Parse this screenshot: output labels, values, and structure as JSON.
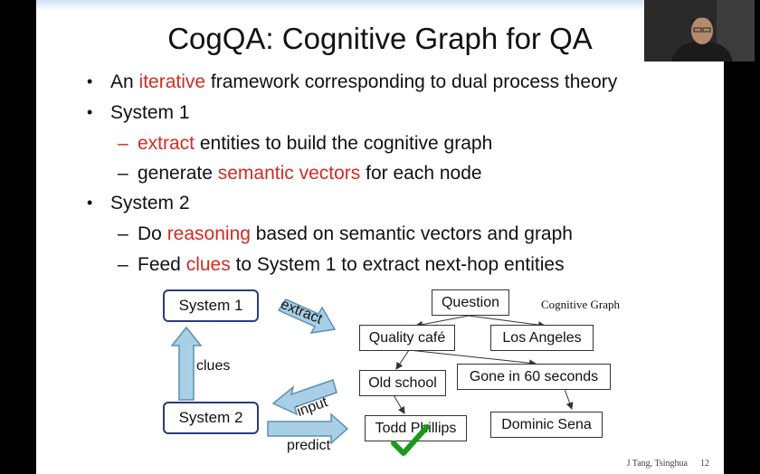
{
  "slide": {
    "title": "CogQA: Cognitive Graph for QA",
    "bullets": [
      {
        "pre": "An ",
        "hl": "iterative",
        "post": " framework corresponding to dual process theory"
      },
      {
        "text": "System 1"
      },
      {
        "hl": "extract",
        "post": " entities to build the cognitive graph"
      },
      {
        "pre": "generate ",
        "hl": "semantic vectors",
        "post": " for each node"
      },
      {
        "text": "System 2"
      },
      {
        "pre": "Do ",
        "hl": "reasoning",
        "post": " based on semantic vectors and graph"
      },
      {
        "pre": "Feed ",
        "hl": "clues",
        "post": " to System 1 to extract next-hop entities"
      }
    ],
    "bullet_symbols": {
      "dot": "•",
      "dash": "–"
    },
    "highlight_color": "#d32b22"
  },
  "diagram": {
    "system1": "System 1",
    "system2": "System 2",
    "edge_labels": {
      "extract": "extract",
      "clues": "clues",
      "input": "input",
      "predict": "predict"
    },
    "graph_caption": "Cognitive Graph",
    "nodes": {
      "question": "Question",
      "quality_cafe": "Quality café",
      "los_angeles": "Los Angeles",
      "old_school": "Old school",
      "gone_in_60": "Gone in 60 seconds",
      "todd_phillips": "Todd Phillips",
      "dominic_sena": "Dominic Sena"
    },
    "node_colors": {
      "old_school": "#d32b22",
      "gone_in_60": "#1f6fb0"
    },
    "check_icon": "green-checkmark-icon"
  },
  "footer": {
    "author": "J Tang, Tsinghua",
    "page": "12"
  },
  "webcam": {
    "icon": "webcam-feed"
  }
}
